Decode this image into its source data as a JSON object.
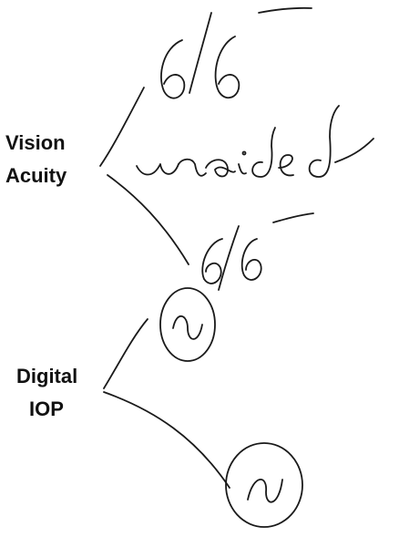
{
  "labels": {
    "vision_line1": "Vision",
    "vision_line2": "Acuity",
    "digital_line1": "Digital",
    "digital_line2": "IOP"
  },
  "handwriting": {
    "annotations": [
      "6/6",
      "unaided",
      "6/6"
    ]
  },
  "colors": {
    "background": "#ffffff",
    "ink": "#1a1a1a"
  }
}
